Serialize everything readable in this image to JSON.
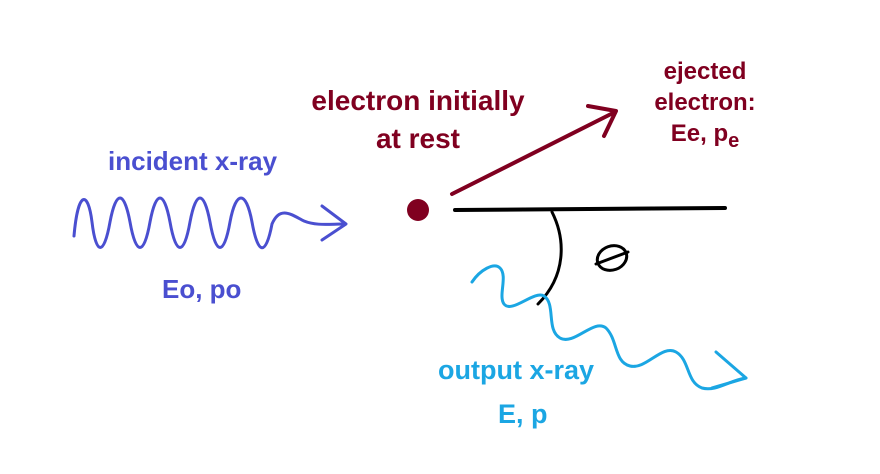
{
  "colors": {
    "incident": "#4a4fd0",
    "electron": "#800020",
    "output": "#1ba6e3",
    "ink": "#000000",
    "background": "#ffffff"
  },
  "incident": {
    "title": "incident x-ray",
    "energy_momentum": "Eo, po"
  },
  "electron": {
    "line1": "electron initially",
    "line2": "at rest"
  },
  "ejected": {
    "line1": "ejected",
    "line2": "electron:",
    "energy_momentum": "Ee, p",
    "momentum_subscript": "e"
  },
  "angle": {
    "symbol": "θ"
  },
  "output": {
    "title": "output x-ray",
    "energy_momentum": "E, p"
  }
}
